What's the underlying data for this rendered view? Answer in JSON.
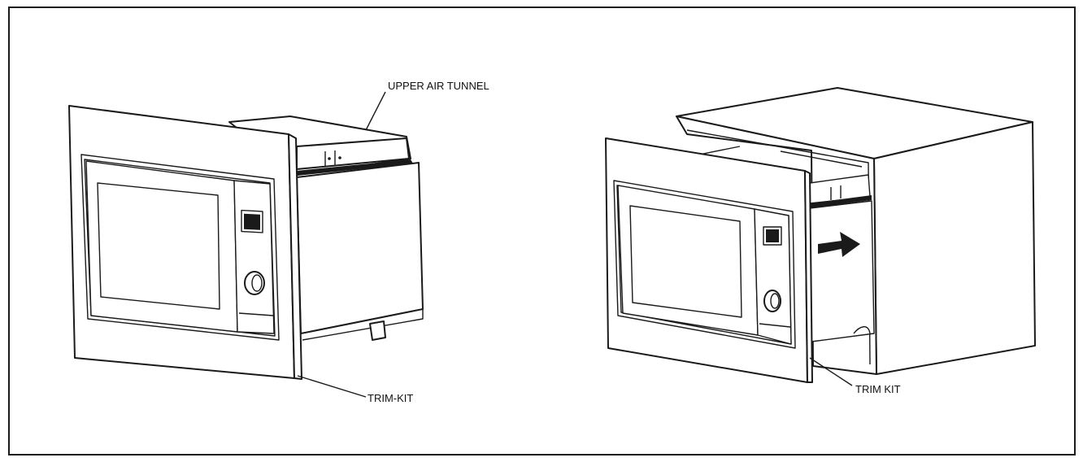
{
  "diagram": {
    "labels": {
      "upper_air_tunnel": "UPPER AIR TUNNEL",
      "trim_kit_left": "TRIM-KIT",
      "trim_kit_right": "TRIM KIT"
    }
  }
}
